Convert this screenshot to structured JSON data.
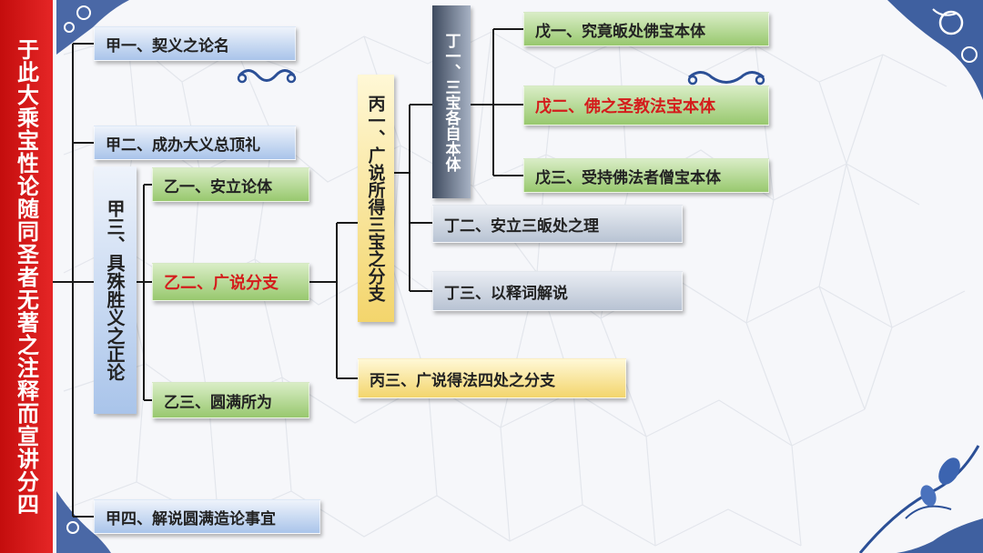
{
  "sidebar_title": "于此大乘宝性论随同圣者无著之注释而宣讲分四",
  "nodes": {
    "jia1": "甲一、契义之论名",
    "jia2": "甲二、成办大义总顶礼",
    "jia3": "甲三、具殊胜义之正论",
    "jia4": "甲四、解说圆满造论事宜",
    "yi1": "乙一、安立论体",
    "yi2": "乙二、广说分支",
    "yi3": "乙三、圆满所为",
    "bing1": "丙一、广说所得三宝之分支",
    "bing3": "丙三、广说得法四处之分支",
    "ding1": "丁一、三宝各自本体",
    "ding2": "丁二、安立三皈处之理",
    "ding3": "丁三、以释词解说",
    "wu1": "戊一、究竟皈处佛宝本体",
    "wu2": "戊二、佛之圣教法宝本体",
    "wu3": "戊三、受持佛法者僧宝本体"
  },
  "colors": {
    "sidebar": "#d81a1a",
    "highlight_text": "#d41c1c",
    "connector": "#1a1a1a",
    "node_blue": "#a9c4ea",
    "node_green": "#98c86e",
    "node_grey": "#b8c3d3",
    "node_yellow": "#f3d56c"
  },
  "icons": [
    "blue-scroll-ornament-icon",
    "blue-floral-corner-icon",
    "blue-lotus-branch-icon",
    "crackle-tile-background-icon"
  ]
}
